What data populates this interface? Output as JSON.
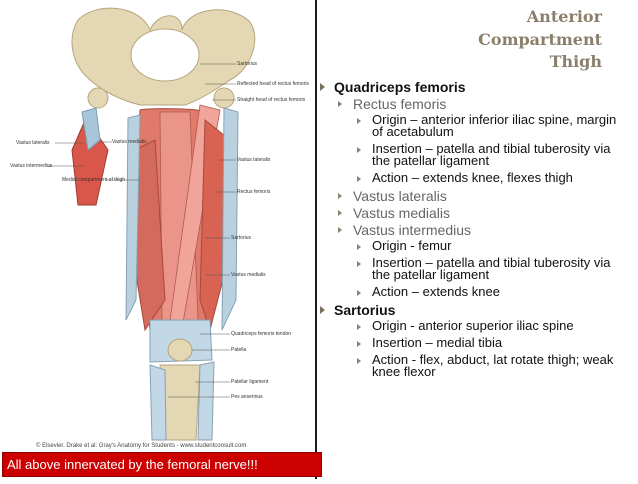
{
  "title": {
    "line1": "Anterior",
    "line2": "Compartment",
    "line3": "Thigh"
  },
  "figure": {
    "labels": {
      "sartorius": "Sartorius",
      "reflected_head": "Reflected head of rectus femoris",
      "straight_head": "Straight head of rectus femoris",
      "vastus_medialis_top": "Vastus medialis",
      "vastus_lateralis_left": "Vastus lateralis",
      "vastus_intermedius_left": "Vastus intermedius",
      "medial_compartment": "Medial compartment of thigh",
      "vastus_lateralis_right": "Vastus lateralis",
      "rectus_femoris": "Rectus femoris",
      "sartorius_mid": "Sartorius",
      "vastus_medialis_right": "Vastus medialis",
      "quadriceps_tendon": "Quadriceps femoris tendon",
      "patella": "Patella",
      "patellar_ligament": "Patellar ligament",
      "pes_anserinus": "Pes anserinus"
    },
    "copyright": "© Elsevier. Drake et al: Gray's Anatomy for Students - www.studentconsult.com"
  },
  "content": {
    "quadriceps": {
      "label": "Quadriceps femoris",
      "rectus_femoris": {
        "label": "Rectus femoris",
        "origin": "Origin – anterior inferior iliac spine, margin of acetabulum",
        "insertion": "Insertion – patella and tibial tuberosity via the patellar ligament",
        "action": "Action – extends knee, flexes thigh"
      },
      "vastus_lateralis": "Vastus lateralis",
      "vastus_medialis": "Vastus medialis",
      "vastus_intermedius": {
        "label": "Vastus intermedius",
        "origin": "Origin - femur",
        "insertion": "Insertion – patella and tibial tuberosity via the patellar ligament",
        "action": "Action – extends knee"
      }
    },
    "sartorius": {
      "label": "Sartorius",
      "origin": "Origin - anterior superior iliac spine",
      "insertion": "Insertion – medial tibia",
      "action": "Action - flex, abduct, lat rotate thigh; weak knee flexor"
    }
  },
  "banner": "All above innervated by the femoral nerve!!!"
}
